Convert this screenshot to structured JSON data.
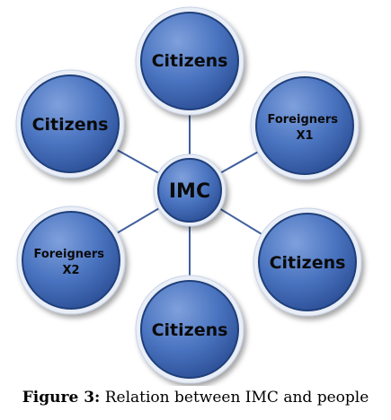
{
  "diagram": {
    "center_label": "IMC",
    "nodes": [
      {
        "id": "top",
        "lines": [
          "Citizens"
        ]
      },
      {
        "id": "upper-right",
        "lines": [
          "Foreigners",
          "X1"
        ]
      },
      {
        "id": "lower-right",
        "lines": [
          "Citizens"
        ]
      },
      {
        "id": "bottom",
        "lines": [
          "Citizens"
        ]
      },
      {
        "id": "lower-left",
        "lines": [
          "Foreigners",
          "X2"
        ]
      },
      {
        "id": "upper-left",
        "lines": [
          "Citizens"
        ]
      }
    ],
    "colors": {
      "node_fill": "#4a74c0",
      "node_fill_light": "#7fa0dc",
      "node_fill_dark": "#2c4f96",
      "ring": "#e9eef7",
      "outline": "#1f3f7a",
      "connector": "#3f5f9e",
      "text": "#0a0a0a"
    }
  },
  "caption": {
    "label": "Figure 3:",
    "text": " Relation between IMC and people"
  }
}
